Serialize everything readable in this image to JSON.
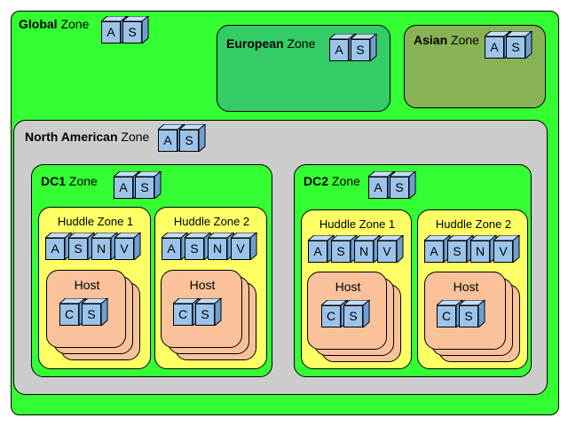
{
  "zones": {
    "global": {
      "bold": "Global",
      "rest": " Zone",
      "fill": "#33ff33"
    },
    "european": {
      "bold": "European",
      "rest": " Zone",
      "fill": "#33cc66"
    },
    "asian": {
      "bold": "Asian",
      "rest": " Zone",
      "fill": "#88b355"
    },
    "north_american": {
      "bold": "North American",
      "rest": " Zone",
      "fill": "#cccccc"
    },
    "dc1": {
      "bold": "DC1",
      "rest": " Zone",
      "fill": "#33ff33"
    },
    "dc2": {
      "bold": "DC2",
      "rest": " Zone",
      "fill": "#33ff33"
    }
  },
  "huddle": {
    "label1": "Huddle Zone 1",
    "label2": "Huddle Zone 2",
    "fill": "#ffff66"
  },
  "host": {
    "label": "Host",
    "fill": "#f9c29b"
  },
  "letters": {
    "a": "A",
    "s": "S",
    "n": "N",
    "v": "V",
    "c": "C"
  },
  "cube_color": "#9cc3ea"
}
